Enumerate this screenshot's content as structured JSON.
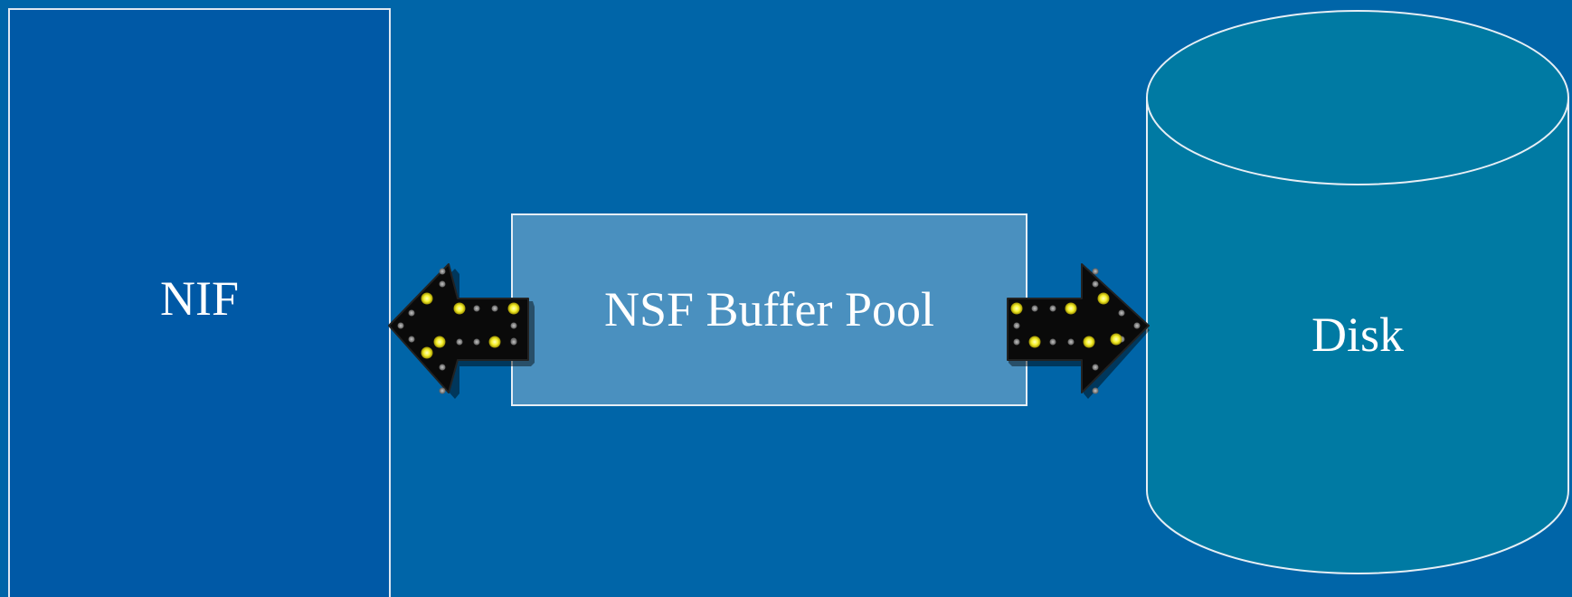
{
  "nodes": {
    "nif": {
      "label": "NIF"
    },
    "buffer_pool": {
      "label": "NSF Buffer Pool"
    },
    "disk": {
      "label": "Disk"
    }
  },
  "arrows": [
    {
      "from": "buffer_pool",
      "to": "nif",
      "direction": "left"
    },
    {
      "from": "buffer_pool",
      "to": "disk",
      "direction": "right"
    }
  ],
  "colors": {
    "background": "#0065a8",
    "nif_fill": "#0059a6",
    "pool_fill": "#4a90bf",
    "disk_fill": "#007aa3",
    "outline": "#e6eef5",
    "arrow_body": "#0a0a0a",
    "led_on": "#f5f02a",
    "led_off": "#8a8a8a"
  },
  "icons": {
    "left_arrow": "led-marquee-arrow-left-icon",
    "right_arrow": "led-marquee-arrow-right-icon",
    "disk": "cylinder-icon"
  }
}
